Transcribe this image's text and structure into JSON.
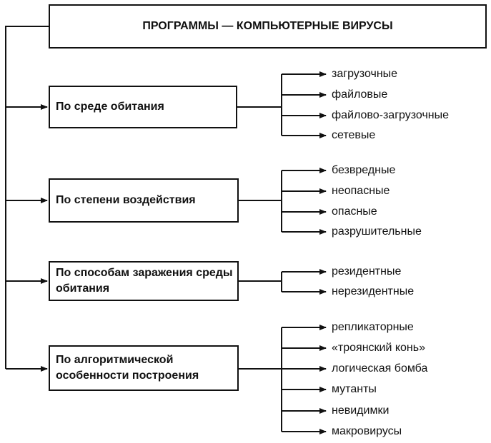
{
  "diagram": {
    "title": "ПРОГРАММЫ — КОМПЬЮТЕРНЫЕ ВИРУСЫ",
    "categories": [
      {
        "label": "По среде обитания",
        "items": [
          "загрузочные",
          "файловые",
          "файлово-загрузочные",
          "сетевые"
        ]
      },
      {
        "label": "По степени воздействия",
        "items": [
          "безвредные",
          "неопасные",
          "опасные",
          "разрушительные"
        ]
      },
      {
        "label": "По способам заражения среды обитания",
        "items": [
          "резидентные",
          "нерезидентные"
        ]
      },
      {
        "label": "По алгоритмической особенности построения",
        "items": [
          "репликаторные",
          "«троянский конь»",
          "логическая бомба",
          "мутанты",
          "невидимки",
          "макровирусы"
        ]
      }
    ]
  }
}
